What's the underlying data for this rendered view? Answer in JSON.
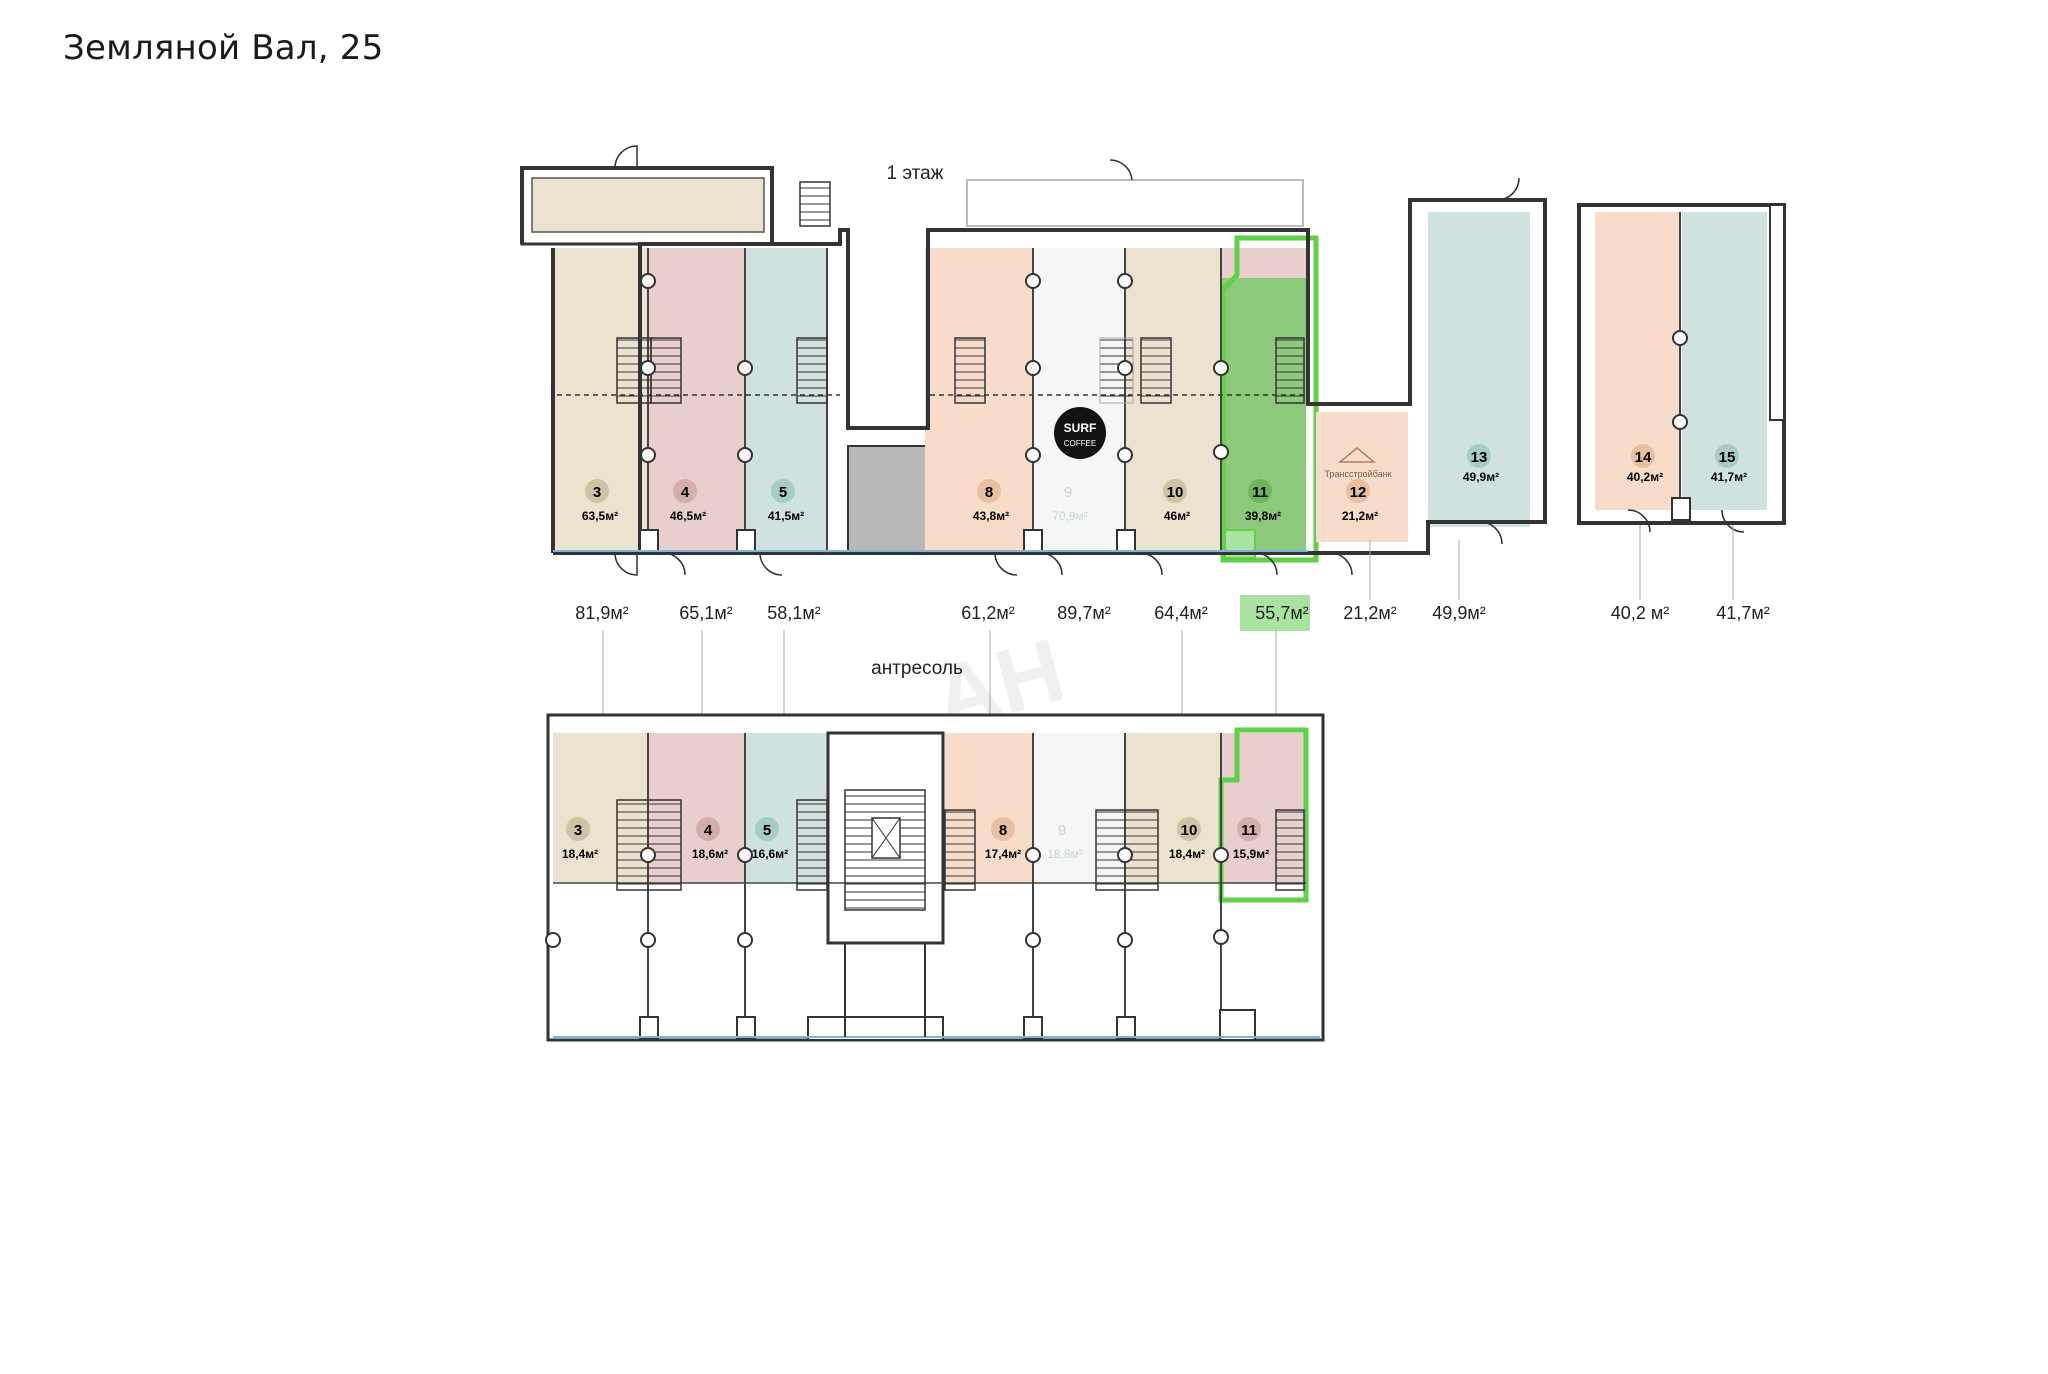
{
  "page": {
    "title": "Земляной Вал, 25"
  },
  "floor1": {
    "label": "1 этаж",
    "units": [
      {
        "num": "3",
        "area": "63,5м²",
        "total": "81,9м²"
      },
      {
        "num": "4",
        "area": "46,5м²",
        "total": "65,1м²"
      },
      {
        "num": "5",
        "area": "41,5м²",
        "total": "58,1м²"
      },
      {
        "num": "8",
        "area": "43,8м²",
        "total": "61,2м²"
      },
      {
        "num": "9",
        "area": "70,9м²",
        "total": "89,7м²"
      },
      {
        "num": "10",
        "area": "46м²",
        "total": "64,4м²"
      },
      {
        "num": "11",
        "area": "39,8м²",
        "total": "55,7м²"
      },
      {
        "num": "12",
        "area": "21,2м²",
        "total": "21,2м²"
      },
      {
        "num": "13",
        "area": "49,9м²",
        "total": "49,9м²"
      },
      {
        "num": "14",
        "area": "40,2м²",
        "total": "40,2 м²"
      },
      {
        "num": "15",
        "area": "41,7м²",
        "total": "41,7м²"
      }
    ],
    "tenants": {
      "surf_logo_top": "SURF",
      "surf_logo_bottom": "COFFEE",
      "bank": "Трансстройбанк"
    },
    "selected_unit": "11"
  },
  "mezzanine": {
    "label": "антресоль",
    "units": [
      {
        "num": "3",
        "area": "18,4м²"
      },
      {
        "num": "4",
        "area": "18,6м²"
      },
      {
        "num": "5",
        "area": "16,6м²"
      },
      {
        "num": "8",
        "area": "17,4м²"
      },
      {
        "num": "9",
        "area": "18,8м²"
      },
      {
        "num": "10",
        "area": "18,4м²"
      },
      {
        "num": "11",
        "area": "15,9м²"
      }
    ]
  },
  "watermark": "АН",
  "colors": {
    "beige": "#e9e3cf",
    "pink": "#e8cfcd",
    "teal": "#cfe2df",
    "peach": "#f6dcc9",
    "white_unit": "#f5f6f6",
    "selected": "#8cc97a",
    "selected_border": "#5ed147",
    "highlight_label": "#a8e3a0",
    "wall": "#3a3a3a",
    "gray_block": "#b8b8b8"
  }
}
